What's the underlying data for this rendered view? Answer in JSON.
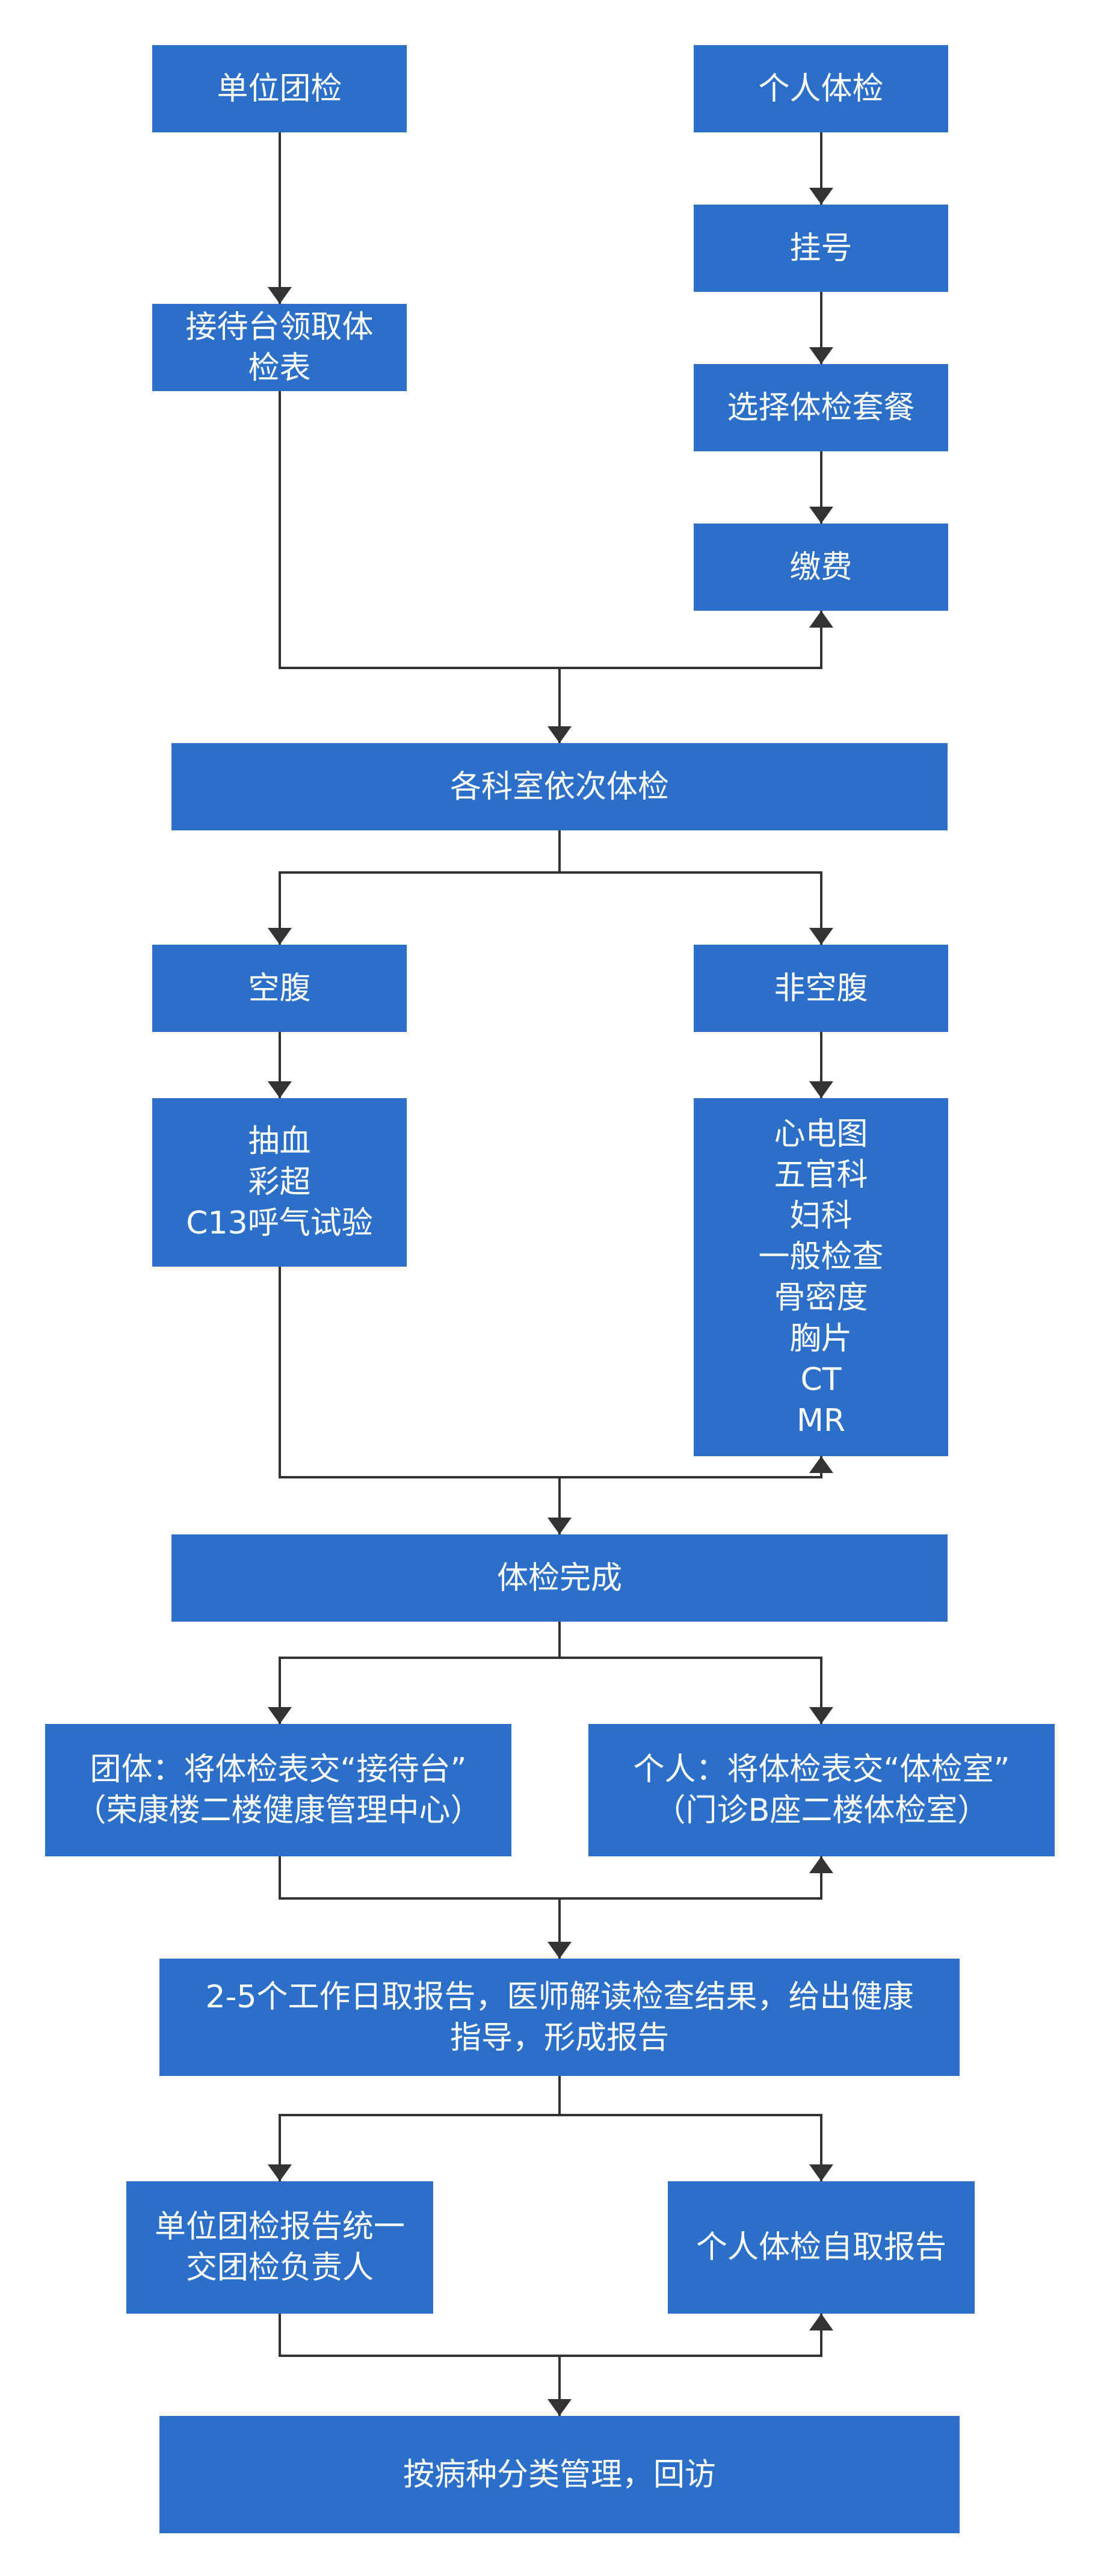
{
  "colors": {
    "box": "#2b6fc9",
    "text": "#ffffff",
    "line": "#333333"
  },
  "nodes": {
    "unit_group_exam": "单位团检",
    "personal_exam": "个人体检",
    "register": "挂号",
    "reception_get_form": "接待台领取体\n检表",
    "choose_package": "选择体检套餐",
    "pay": "缴费",
    "departments_exam": "各科室依次体检",
    "fasting": "空腹",
    "non_fasting": "非空腹",
    "fasting_items": "抽血\n彩超\nC13呼气试验",
    "non_fasting_items": "心电图\n五官科\n妇科\n一般检查\n骨密度\n胸片\nCT\nMR",
    "exam_complete": "体检完成",
    "group_submit": "团体：将体检表交“接待台”\n（荣康楼二楼健康管理中心）",
    "personal_submit": "个人：将体检表交“体检室”\n（门诊B座二楼体检室）",
    "report": "2-5个工作日取报告，医师解读检查结果，给出健康\n指导，形成报告",
    "unit_report": "单位团检报告统一\n交团检负责人",
    "personal_report": "个人体检自取报告",
    "followup": "按病种分类管理，回访"
  }
}
